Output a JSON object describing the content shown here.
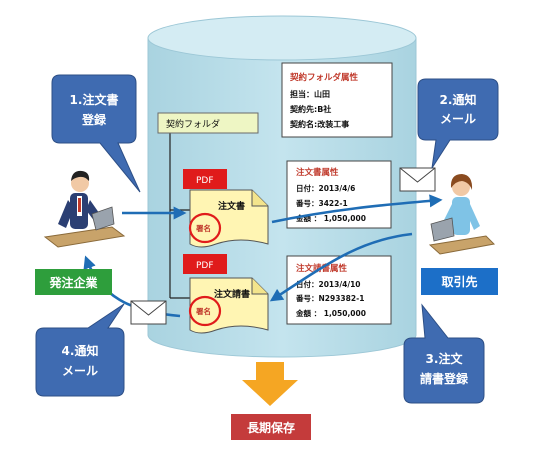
{
  "folder": {
    "label": "契約フォルダ"
  },
  "contract_attr": {
    "title": "契約フォルダ属性",
    "lines": [
      "担当：山田",
      "契約先:B社",
      "契約名:改装工事"
    ]
  },
  "order_attr": {
    "title": "注文書属性",
    "lines": [
      "日付：2013/4/6",
      "番号：3422-1",
      "金額 ： 1,050,000"
    ]
  },
  "ack_attr": {
    "title": "注文請書属性",
    "lines": [
      "日付：2013/4/10",
      "番号：N293382-1",
      "金額 ： 1,050,000"
    ]
  },
  "doc1": {
    "badge": "PDF",
    "title": "注文書",
    "stamp": "署名"
  },
  "doc2": {
    "badge": "PDF",
    "title": "注文請書",
    "stamp": "署名"
  },
  "callouts": {
    "c1": [
      "1.注文書",
      "登録"
    ],
    "c2": [
      "2.通知",
      "メール"
    ],
    "c3": [
      "3.注文",
      "請書登録"
    ],
    "c4": [
      "4.通知",
      "メール"
    ]
  },
  "labels": {
    "orderer": "発注企業",
    "supplier": "取引先",
    "archive": "長期保存"
  },
  "colors": {
    "cylinder": "#b7dde8",
    "callout": "#3f6bb1",
    "arrow": "#1f6db5",
    "orderer_box": "#2e9e3c",
    "supplier_box": "#1c6fc8",
    "archive_box": "#c43b3b",
    "pdf_badge": "#e01b1b",
    "doc_paper": "#fff5b3",
    "attr_title": "#c0392b",
    "folder_tab": "#eef6c4",
    "down_arrow": "#f5a623"
  }
}
